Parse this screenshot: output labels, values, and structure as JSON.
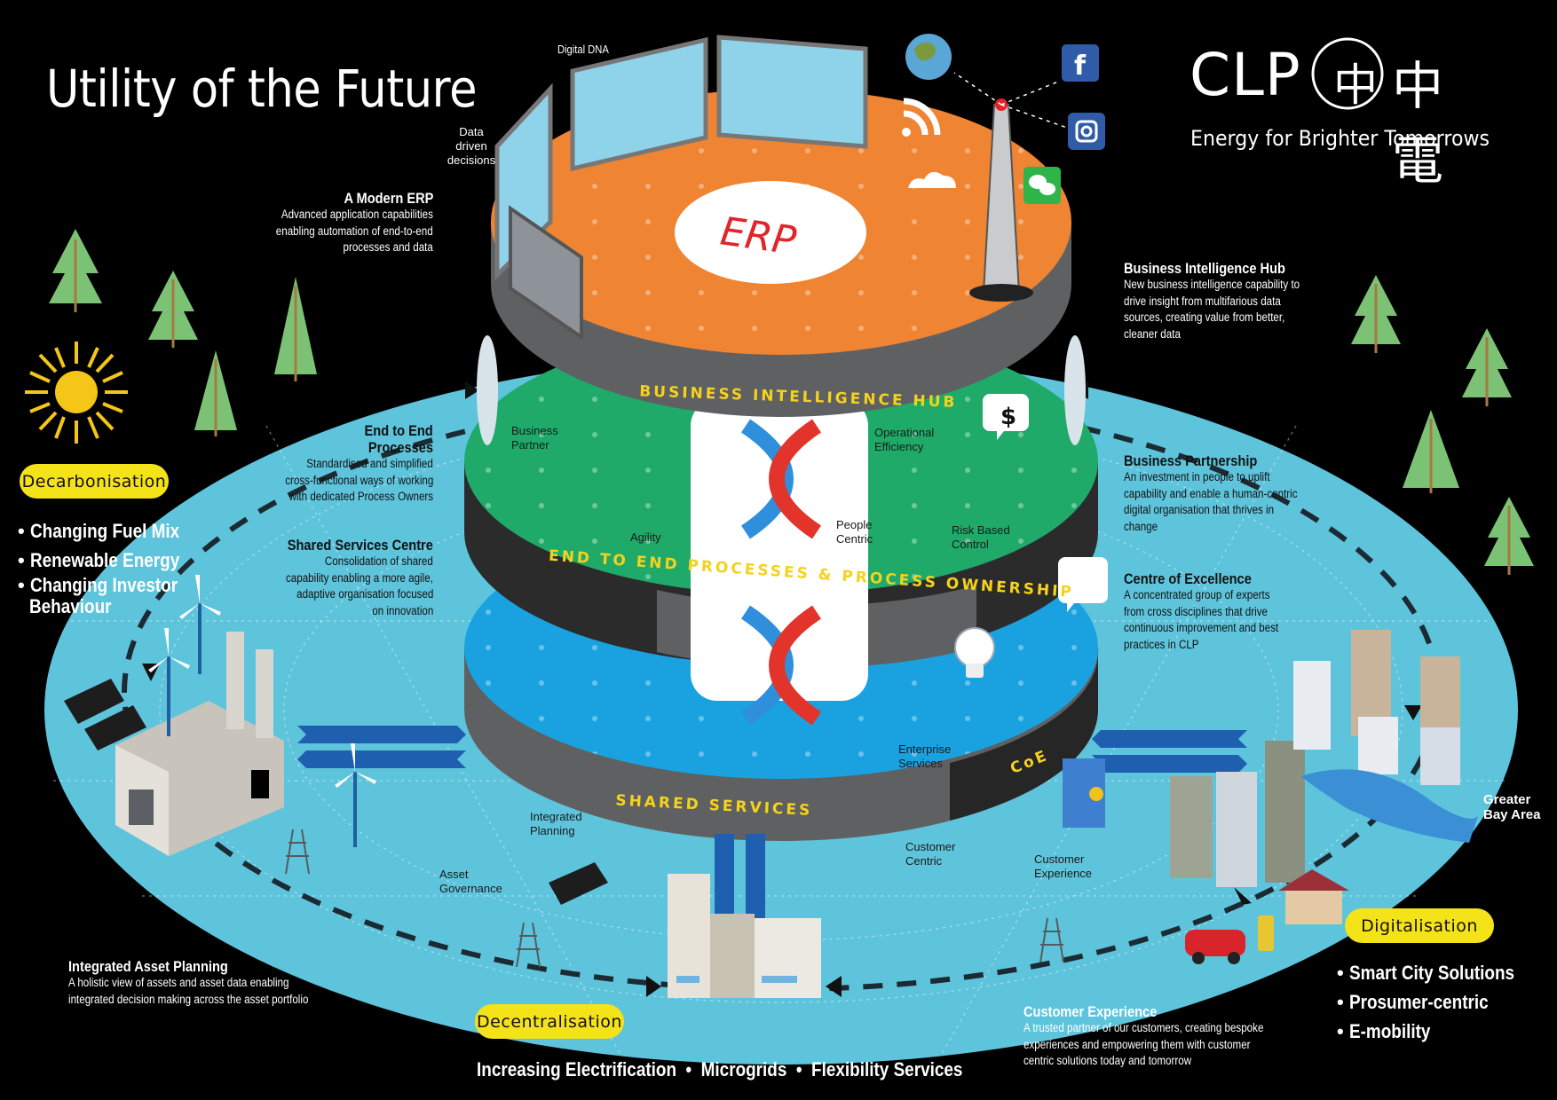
{
  "header": {
    "title": "Utility of the Future",
    "brand": {
      "name": "CLP",
      "chinese": "中電",
      "emblem": "中",
      "tagline": "Energy for Brighter Tomorrows"
    }
  },
  "colors": {
    "background": "#000000",
    "ground": "#5ec4dc",
    "top_tier": "#ef8433",
    "middle_tier": "#1faa6a",
    "bottom_tier": "#1aa2e0",
    "rim": "#5f6062",
    "rim_dark": "#2a2a2a",
    "ring_text": "#f5d21c",
    "pill": "#f5e31a",
    "erp_text": "#e2242b"
  },
  "tiers": {
    "top": {
      "center_label": "ERP",
      "labels": [
        "Digital DNA",
        "Data driven decisions"
      ],
      "icons": [
        "globe-icon",
        "facebook-icon",
        "instagram-icon",
        "wechat-icon",
        "wifi-icon",
        "cloud-icon",
        "antenna-tower-icon"
      ]
    },
    "middle": {
      "rim_label": "BUSINESS INTELLIGENCE HUB",
      "labels": [
        "Business Partner",
        "Agility",
        "People Centric",
        "Operational Efficiency",
        "Risk Based Control"
      ]
    },
    "bottom": {
      "rim_label": "END TO END PROCESSES & PROCESS OWNERSHIP",
      "labels": [
        "Enterprise Services"
      ]
    },
    "base_rim": {
      "label": "SHARED SERVICES",
      "coe_label": "CoE"
    }
  },
  "ground_labels": {
    "integrated_planning": "Integrated Planning",
    "asset_governance": "Asset Governance",
    "customer_centric": "Customer Centric",
    "customer_experience": "Customer Experience",
    "greater_bay_area": "Greater Bay Area"
  },
  "callouts": {
    "modern_erp": {
      "heading": "A Modern ERP",
      "body": [
        "Advanced application capabilities",
        "enabling automation of end-to-end",
        "processes and data"
      ]
    },
    "bi_hub": {
      "heading": "Business Intelligence Hub",
      "body": [
        "New business intelligence capability to",
        "drive insight from multifarious data",
        "sources, creating value from better,",
        "cleaner data"
      ]
    },
    "e2e_processes": {
      "heading": [
        "End to End",
        "Processes"
      ],
      "body": [
        "Standardised and simplified",
        "cross-functional ways of working",
        "with dedicated Process Owners"
      ]
    },
    "shared_services_centre": {
      "heading": "Shared Services Centre",
      "body": [
        "Consolidation of shared",
        "capability enabling a more agile,",
        "adaptive organisation focused",
        "on innovation"
      ]
    },
    "business_partnership": {
      "heading": "Business Partnership",
      "body": [
        "An investment in people to uplift",
        "capability and enable a human-centric",
        "digital organisation that thrives in",
        "change"
      ]
    },
    "centre_of_excellence": {
      "heading": "Centre of Excellence",
      "body": [
        "A concentrated group of experts",
        "from cross disciplines that drive",
        "continuous improvement and best",
        "practices in CLP"
      ]
    },
    "integrated_asset_planning": {
      "heading": "Integrated Asset Planning",
      "body": [
        "A holistic view of assets and asset data enabling",
        "integrated decision making across the asset portfolio"
      ]
    },
    "customer_experience": {
      "heading": "Customer Experience",
      "body": [
        "A trusted partner of our customers, creating bespoke",
        "experiences and empowering them with customer",
        "centric solutions today and tomorrow"
      ]
    }
  },
  "themes": {
    "decarbonisation": {
      "label": "Decarbonisation",
      "bullets": [
        "Changing Fuel Mix",
        "Renewable Energy",
        "Changing Investor",
        "Behaviour"
      ]
    },
    "digitalisation": {
      "label": "Digitalisation",
      "bullets": [
        "Smart City Solutions",
        "Prosumer-centric",
        "E-mobility"
      ]
    },
    "decentralisation": {
      "label": "Decentralisation",
      "bullets": [
        "Increasing Electrification",
        "Microgrids",
        "Flexibility Services"
      ]
    }
  }
}
